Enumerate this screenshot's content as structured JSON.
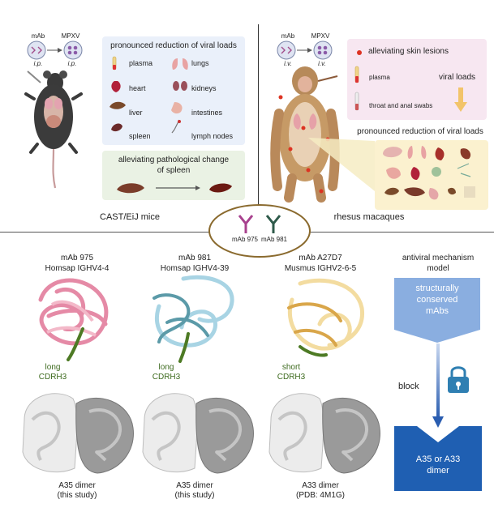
{
  "mouse_panel": {
    "mab": "mAb",
    "mpxv": "MPXV",
    "route_mab": "i.p.",
    "route_mpxv": "i.p.",
    "caption": "CAST/EiJ mice"
  },
  "viral_load_panel": {
    "title": "pronounced reduction of viral loads",
    "organs": [
      "plasma",
      "lungs",
      "heart",
      "kidneys",
      "liver",
      "intestines",
      "spleen",
      "lymph nodes"
    ]
  },
  "spleen_panel": {
    "line1": "alleviating pathological change",
    "line2": "of spleen"
  },
  "macaque_panel": {
    "mab": "mAb",
    "mpxv": "MPXV",
    "route_mab": "i.v.",
    "route_mpxv": "i.v.",
    "caption": "rhesus macaques",
    "skin": "alleviating skin lesions",
    "plasma": "plasma",
    "viral_loads": "viral loads",
    "swabs": "throat and anal swabs",
    "reduction": "pronounced reduction of viral loads"
  },
  "center_badge": {
    "label_a": "mAb 975",
    "label_b": "mAb 981"
  },
  "structures": [
    {
      "title1": "mAb 975",
      "title2": "Homsap IGHV4-4",
      "cdr1": "long",
      "cdr2": "CDRH3",
      "dimer1": "A35 dimer",
      "dimer2": "(this study)"
    },
    {
      "title1": "mAb 981",
      "title2": "Homsap IGHV4-39",
      "cdr1": "long",
      "cdr2": "CDRH3",
      "dimer1": "A35 dimer",
      "dimer2": "(this study)"
    },
    {
      "title1": "mAb A27D7",
      "title2": "Musmus IGHV2-6-5",
      "cdr1": "short",
      "cdr2": "CDRH3",
      "dimer1": "A33 dimer",
      "dimer2": "(PDB: 4M1G)"
    }
  ],
  "mechanism": {
    "title1": "antiviral mechanism",
    "title2": "model",
    "box1": [
      "structurally",
      "conserved",
      "mAbs"
    ],
    "block": "block",
    "box2": [
      "A35 or A33",
      "dimer"
    ]
  },
  "colors": {
    "mab975": "#e58aa6",
    "mab981": "#6fb0bf",
    "a27d7": "#e7c36b",
    "cdrh3": "#4d7a24",
    "arrow_blue": "#2a5db0",
    "box_blue": "#8aaee0",
    "lock": "#2f7fb2"
  }
}
